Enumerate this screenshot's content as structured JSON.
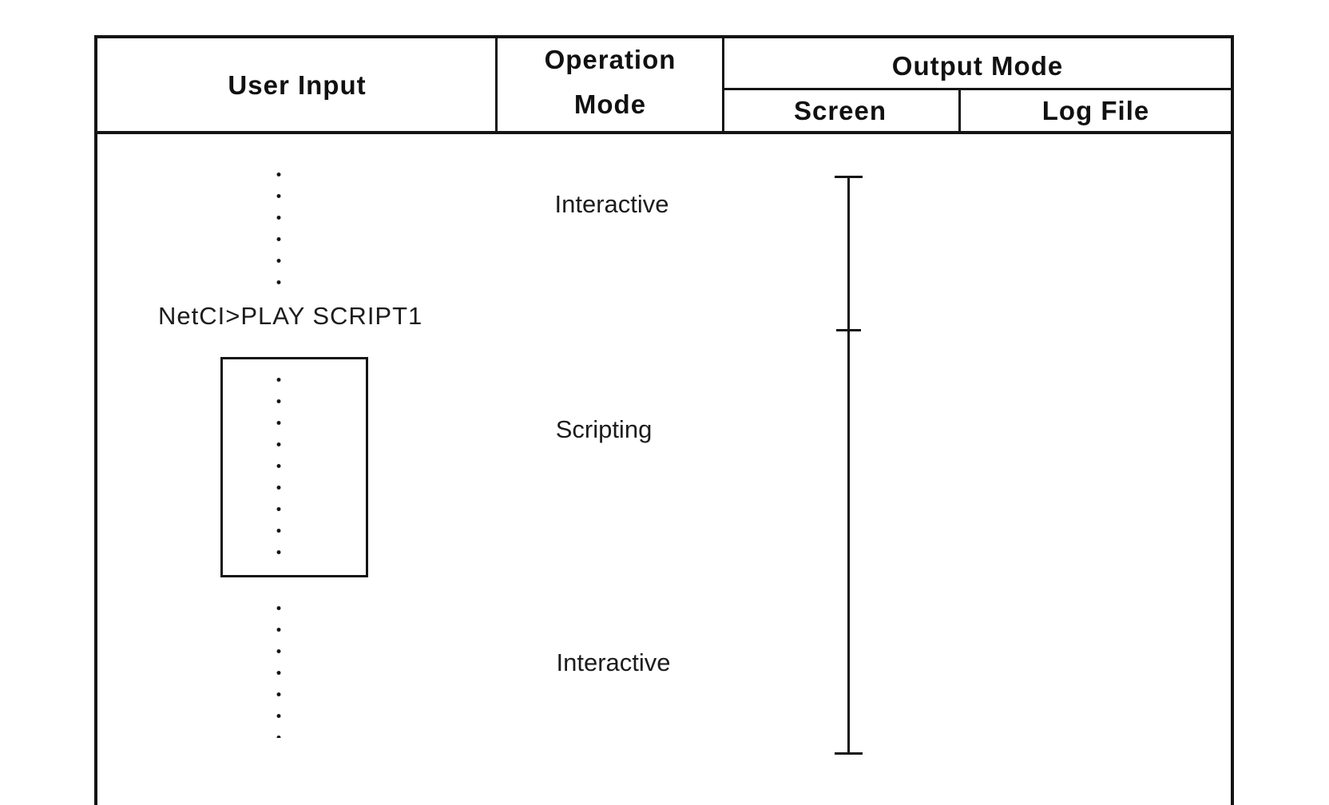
{
  "diagram": {
    "headers": {
      "user_input": "User Input",
      "operation_mode_line1": "Operation",
      "operation_mode_line2": "Mode",
      "output_mode": "Output Mode",
      "screen": "Screen",
      "log_file": "Log File"
    },
    "user_input_column": {
      "command": "NetCI>PLAY SCRIPT1"
    },
    "operation_mode_column": {
      "modes": [
        {
          "label": "Interactive"
        },
        {
          "label": "Scripting"
        },
        {
          "label": "Interactive"
        }
      ]
    },
    "colors": {
      "ink": "#141414",
      "background": "#ffffff"
    }
  }
}
